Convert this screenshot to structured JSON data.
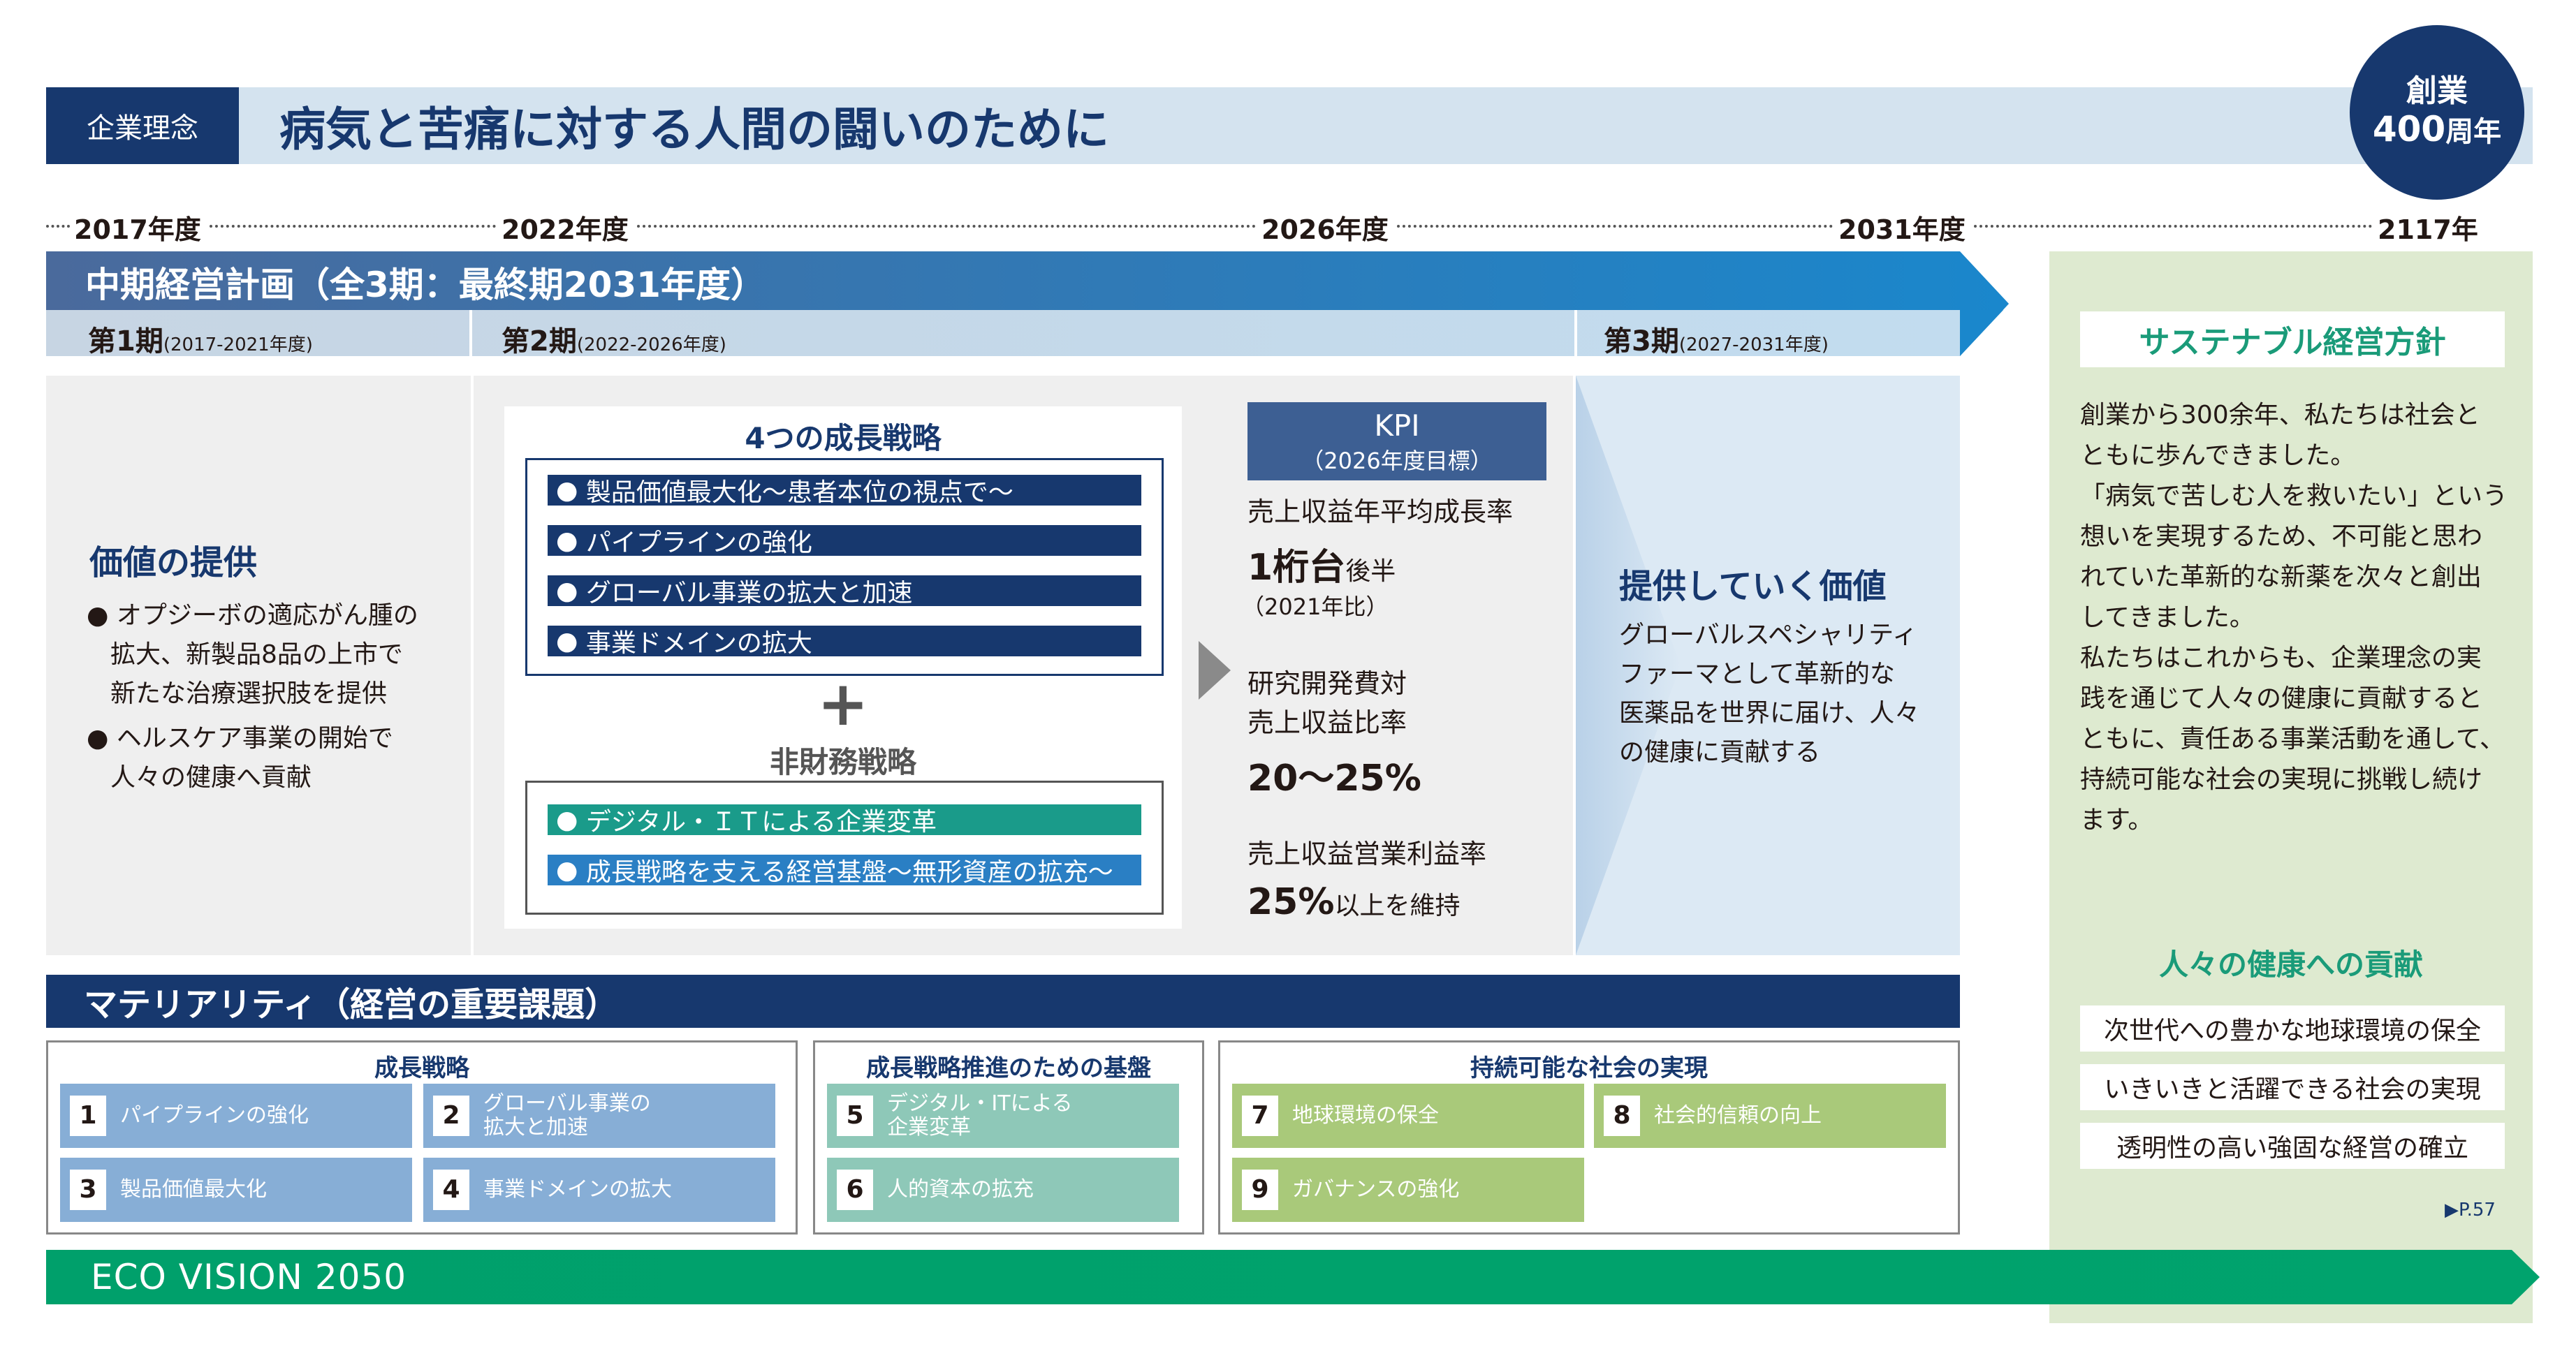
{
  "header": {
    "tag": "企業理念",
    "philosophy": "病気と苦痛に対する人間の闘いのために",
    "anniversary_line1": "創業",
    "anniversary_num": "400",
    "anniversary_unit": "周年"
  },
  "timeline": {
    "years": [
      "2017年度",
      "2022年度",
      "2026年度",
      "2031年度",
      "2117年"
    ]
  },
  "plan": {
    "title": "中期経営計画（全3期：最終期2031年度）",
    "phases": [
      {
        "name": "第1期",
        "period": "(2017-2021年度)"
      },
      {
        "name": "第2期",
        "period": "(2022-2026年度)"
      },
      {
        "name": "第3期",
        "period": "(2027-2031年度)"
      }
    ]
  },
  "phase1": {
    "title": "価値の提供",
    "bullets": [
      {
        "lines": [
          "オプジーボの適応がん腫の",
          "拡大、新製品8品の上市で",
          "新たな治療選択肢を提供"
        ]
      },
      {
        "lines": [
          "ヘルスケア事業の開始で",
          "人々の健康へ貢献"
        ]
      }
    ]
  },
  "growth": {
    "title": "4つの成長戦略",
    "items": [
      "製品価値最大化～患者本位の視点で～",
      "パイプラインの強化",
      "グローバル事業の拡大と加速",
      "事業ドメインの拡大"
    ],
    "plus": "+",
    "nonfin_title": "非財務戦略",
    "nonfin_items": [
      "デジタル・ＩＴによる企業変革",
      "成長戦略を支える経営基盤～無形資産の拡充～"
    ]
  },
  "kpi": {
    "title": "KPI",
    "subtitle": "（2026年度目標）",
    "k1_label": "売上収益年平均成長率",
    "k1_value": "1桁台",
    "k1_suffix": "後半",
    "k1_note": "（2021年比）",
    "k2_label1": "研究開発費対",
    "k2_label2": "売上収益比率",
    "k2_value": "20～25%",
    "k3_label": "売上収益営業利益率",
    "k3_value": "25%",
    "k3_suffix": "以上を維持"
  },
  "phase3": {
    "title": "提供していく価値",
    "lines": [
      "グローバルスペシャリティ",
      "ファーマとして革新的な",
      "医薬品を世界に届け、人々",
      "の健康に貢献する"
    ]
  },
  "sustainable": {
    "title": "サステナブル経営方針",
    "lines": [
      "創業から300余年、私たちは社会と",
      "ともに歩んできました。",
      "「病気で苦しむ人を救いたい」という",
      "想いを実現するため、不可能と思わ",
      "れていた革新的な新薬を次々と創出",
      "してきました。",
      "私たちはこれからも、企業理念の実",
      "践を通じて人々の健康に貢献すると",
      "ともに、責任ある事業活動を通して、",
      "持続可能な社会の実現に挑戦し続け",
      "ます。"
    ],
    "health_title": "人々の健康への貢献",
    "health_items": [
      "次世代への豊かな地球環境の保全",
      "いきいきと活躍できる社会の実現",
      "透明性の高い強固な経営の確立"
    ],
    "ref": "▶P.57"
  },
  "materiality": {
    "title": "マテリアリティ（経営の重要課題）",
    "groups": [
      {
        "title": "成長戦略",
        "items": [
          {
            "num": "1",
            "lines": [
              "パイプラインの強化"
            ]
          },
          {
            "num": "2",
            "lines": [
              "グローバル事業の",
              "拡大と加速"
            ]
          },
          {
            "num": "3",
            "lines": [
              "製品価値最大化"
            ]
          },
          {
            "num": "4",
            "lines": [
              "事業ドメインの拡大"
            ]
          }
        ]
      },
      {
        "title": "成長戦略推進のための基盤",
        "items": [
          {
            "num": "5",
            "lines": [
              "デジタル・ITによる",
              "企業変革"
            ]
          },
          {
            "num": "6",
            "lines": [
              "人的資本の拡充"
            ]
          }
        ]
      },
      {
        "title": "持続可能な社会の実現",
        "items": [
          {
            "num": "7",
            "lines": [
              "地球環境の保全"
            ]
          },
          {
            "num": "8",
            "lines": [
              "社会的信頼の向上"
            ]
          },
          {
            "num": "9",
            "lines": [
              "ガバナンスの強化"
            ]
          }
        ]
      }
    ]
  },
  "eco": {
    "label": "ECO VISION 2050"
  },
  "colors": {
    "navy": "#17386e",
    "teal": "#1a9b79",
    "green_bar": "#00a06b",
    "material_blue": "#87aed6",
    "material_teal": "#8ec8b8",
    "material_green": "#a9c97a",
    "sust_bg": "#deead0"
  }
}
